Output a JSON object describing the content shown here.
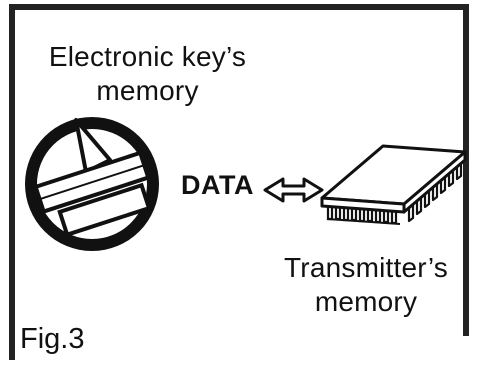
{
  "figure": {
    "electronic_key_label_line1": "Electronic key’s",
    "electronic_key_label_line2": "memory",
    "data_label": "DATA",
    "transmitter_label_line1": "Transmitter’s",
    "transmitter_label_line2": "memory",
    "figure_caption": "Fig.3"
  },
  "icons": {
    "electronic_key": "electronic-key-icon",
    "arrow": "double-arrow-icon",
    "chip": "memory-chip-icon"
  },
  "colors": {
    "ink": "#111111",
    "background": "#ffffff"
  }
}
